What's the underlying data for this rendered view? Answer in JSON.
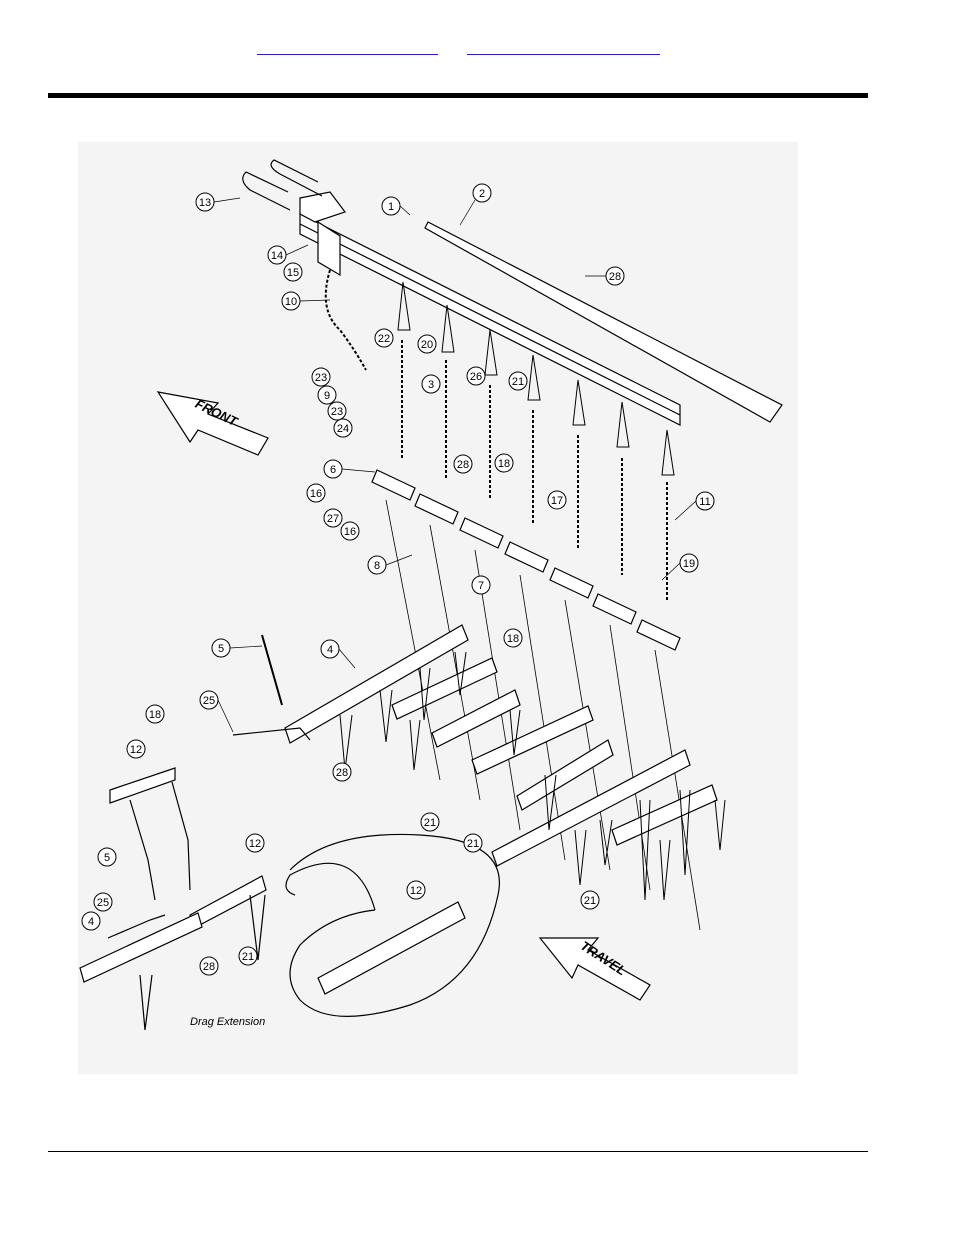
{
  "header": {
    "link_left": "",
    "link_right": ""
  },
  "callouts": [
    {
      "id": "c1",
      "label": "1"
    },
    {
      "id": "c2",
      "label": "2"
    },
    {
      "id": "c3",
      "label": "3"
    },
    {
      "id": "c4a",
      "label": "4"
    },
    {
      "id": "c4b",
      "label": "4"
    },
    {
      "id": "c5a",
      "label": "5"
    },
    {
      "id": "c5b",
      "label": "5"
    },
    {
      "id": "c6",
      "label": "6"
    },
    {
      "id": "c7",
      "label": "7"
    },
    {
      "id": "c8",
      "label": "8"
    },
    {
      "id": "c9",
      "label": "9"
    },
    {
      "id": "c10",
      "label": "10"
    },
    {
      "id": "c11",
      "label": "11"
    },
    {
      "id": "c12a",
      "label": "12"
    },
    {
      "id": "c12b",
      "label": "12"
    },
    {
      "id": "c12c",
      "label": "12"
    },
    {
      "id": "c13",
      "label": "13"
    },
    {
      "id": "c14",
      "label": "14"
    },
    {
      "id": "c15",
      "label": "15"
    },
    {
      "id": "c16a",
      "label": "16"
    },
    {
      "id": "c16b",
      "label": "16"
    },
    {
      "id": "c17",
      "label": "17"
    },
    {
      "id": "c18a",
      "label": "18"
    },
    {
      "id": "c18b",
      "label": "18"
    },
    {
      "id": "c18c",
      "label": "18"
    },
    {
      "id": "c19",
      "label": "19"
    },
    {
      "id": "c20",
      "label": "20"
    },
    {
      "id": "c21a",
      "label": "21"
    },
    {
      "id": "c21b",
      "label": "21"
    },
    {
      "id": "c21c",
      "label": "21"
    },
    {
      "id": "c21d",
      "label": "21"
    },
    {
      "id": "c21e",
      "label": "21"
    },
    {
      "id": "c22",
      "label": "22"
    },
    {
      "id": "c23a",
      "label": "23"
    },
    {
      "id": "c23b",
      "label": "23"
    },
    {
      "id": "c24",
      "label": "24"
    },
    {
      "id": "c25a",
      "label": "25"
    },
    {
      "id": "c25b",
      "label": "25"
    },
    {
      "id": "c26",
      "label": "26"
    },
    {
      "id": "c27",
      "label": "27"
    },
    {
      "id": "c28a",
      "label": "28"
    },
    {
      "id": "c28b",
      "label": "28"
    },
    {
      "id": "c28c",
      "label": "28"
    },
    {
      "id": "c28d",
      "label": "28"
    }
  ],
  "arrows": {
    "front": "FRONT",
    "travel": "TRAVEL"
  },
  "captions": {
    "drag_extension": "Drag Extension"
  }
}
